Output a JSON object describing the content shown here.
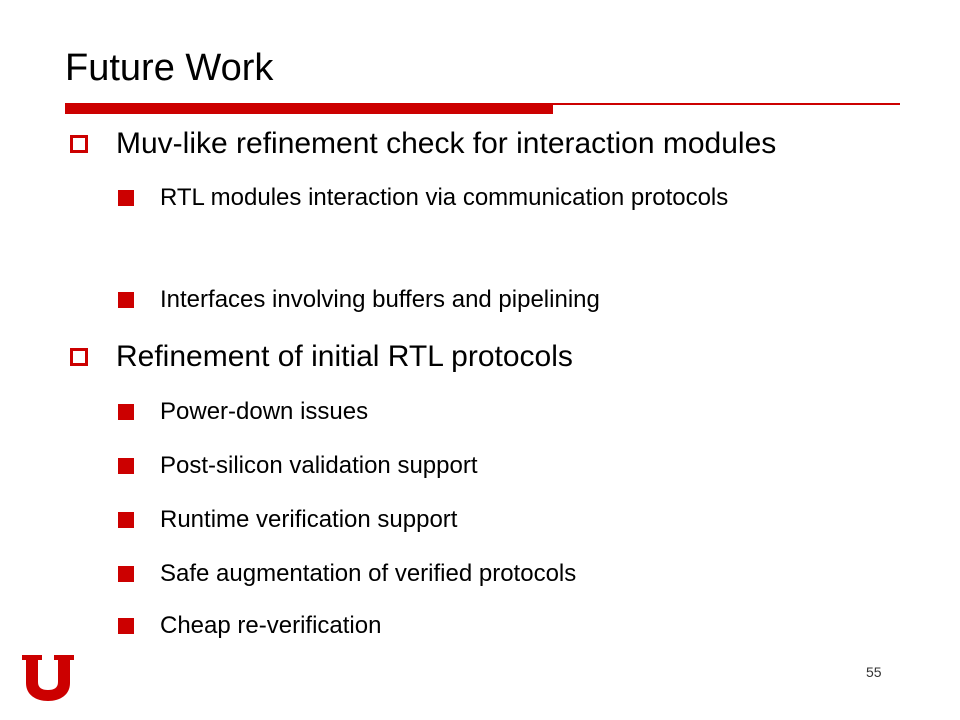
{
  "slide": {
    "title": "Future Work",
    "page_number": "55",
    "colors": {
      "accent": "#cc0000",
      "text": "#000000"
    },
    "bullets": [
      {
        "text": "Muv-like refinement check for interaction modules",
        "sub": [
          "RTL modules interaction via communication protocols",
          "Interfaces involving buffers and pipelining"
        ]
      },
      {
        "text": "Refinement of initial RTL protocols",
        "sub": [
          "Power-down issues",
          "Post-silicon validation support",
          "Runtime verification support",
          "Safe augmentation of verified protocols",
          "Cheap re-verification"
        ]
      }
    ]
  }
}
